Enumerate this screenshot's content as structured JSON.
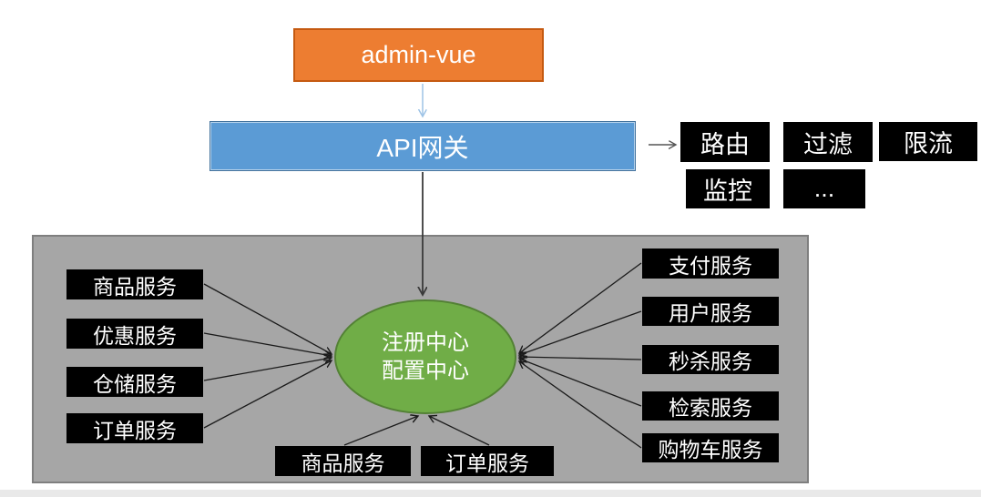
{
  "diagram": {
    "frontend": {
      "label": "admin-vue"
    },
    "gateway": {
      "label": "API网关"
    },
    "gateway_features": [
      {
        "label": "路由"
      },
      {
        "label": "过滤"
      },
      {
        "label": "限流"
      },
      {
        "label": "监控"
      },
      {
        "label": "..."
      }
    ],
    "center": {
      "line1": "注册中心",
      "line2": "配置中心"
    },
    "left_services": [
      {
        "label": "商品服务"
      },
      {
        "label": "优惠服务"
      },
      {
        "label": "仓储服务"
      },
      {
        "label": "订单服务"
      }
    ],
    "right_services": [
      {
        "label": "支付服务"
      },
      {
        "label": "用户服务"
      },
      {
        "label": "秒杀服务"
      },
      {
        "label": "检索服务"
      },
      {
        "label": "购物车服务"
      }
    ],
    "bottom_services": [
      {
        "label": "商品服务"
      },
      {
        "label": "订单服务"
      }
    ],
    "colors": {
      "frontend_fill": "#ED7D31",
      "frontend_border": "#C55A11",
      "gateway_fill": "#5B9BD5",
      "gateway_border": "#41719C",
      "center_fill": "#70AD47",
      "center_border": "#538135",
      "panel_fill": "#A6A6A6",
      "panel_border": "#7F7F7F",
      "service_fill": "#000000",
      "service_text": "#FFFFFF",
      "frontend_arrow": "#9DC3E6"
    }
  }
}
